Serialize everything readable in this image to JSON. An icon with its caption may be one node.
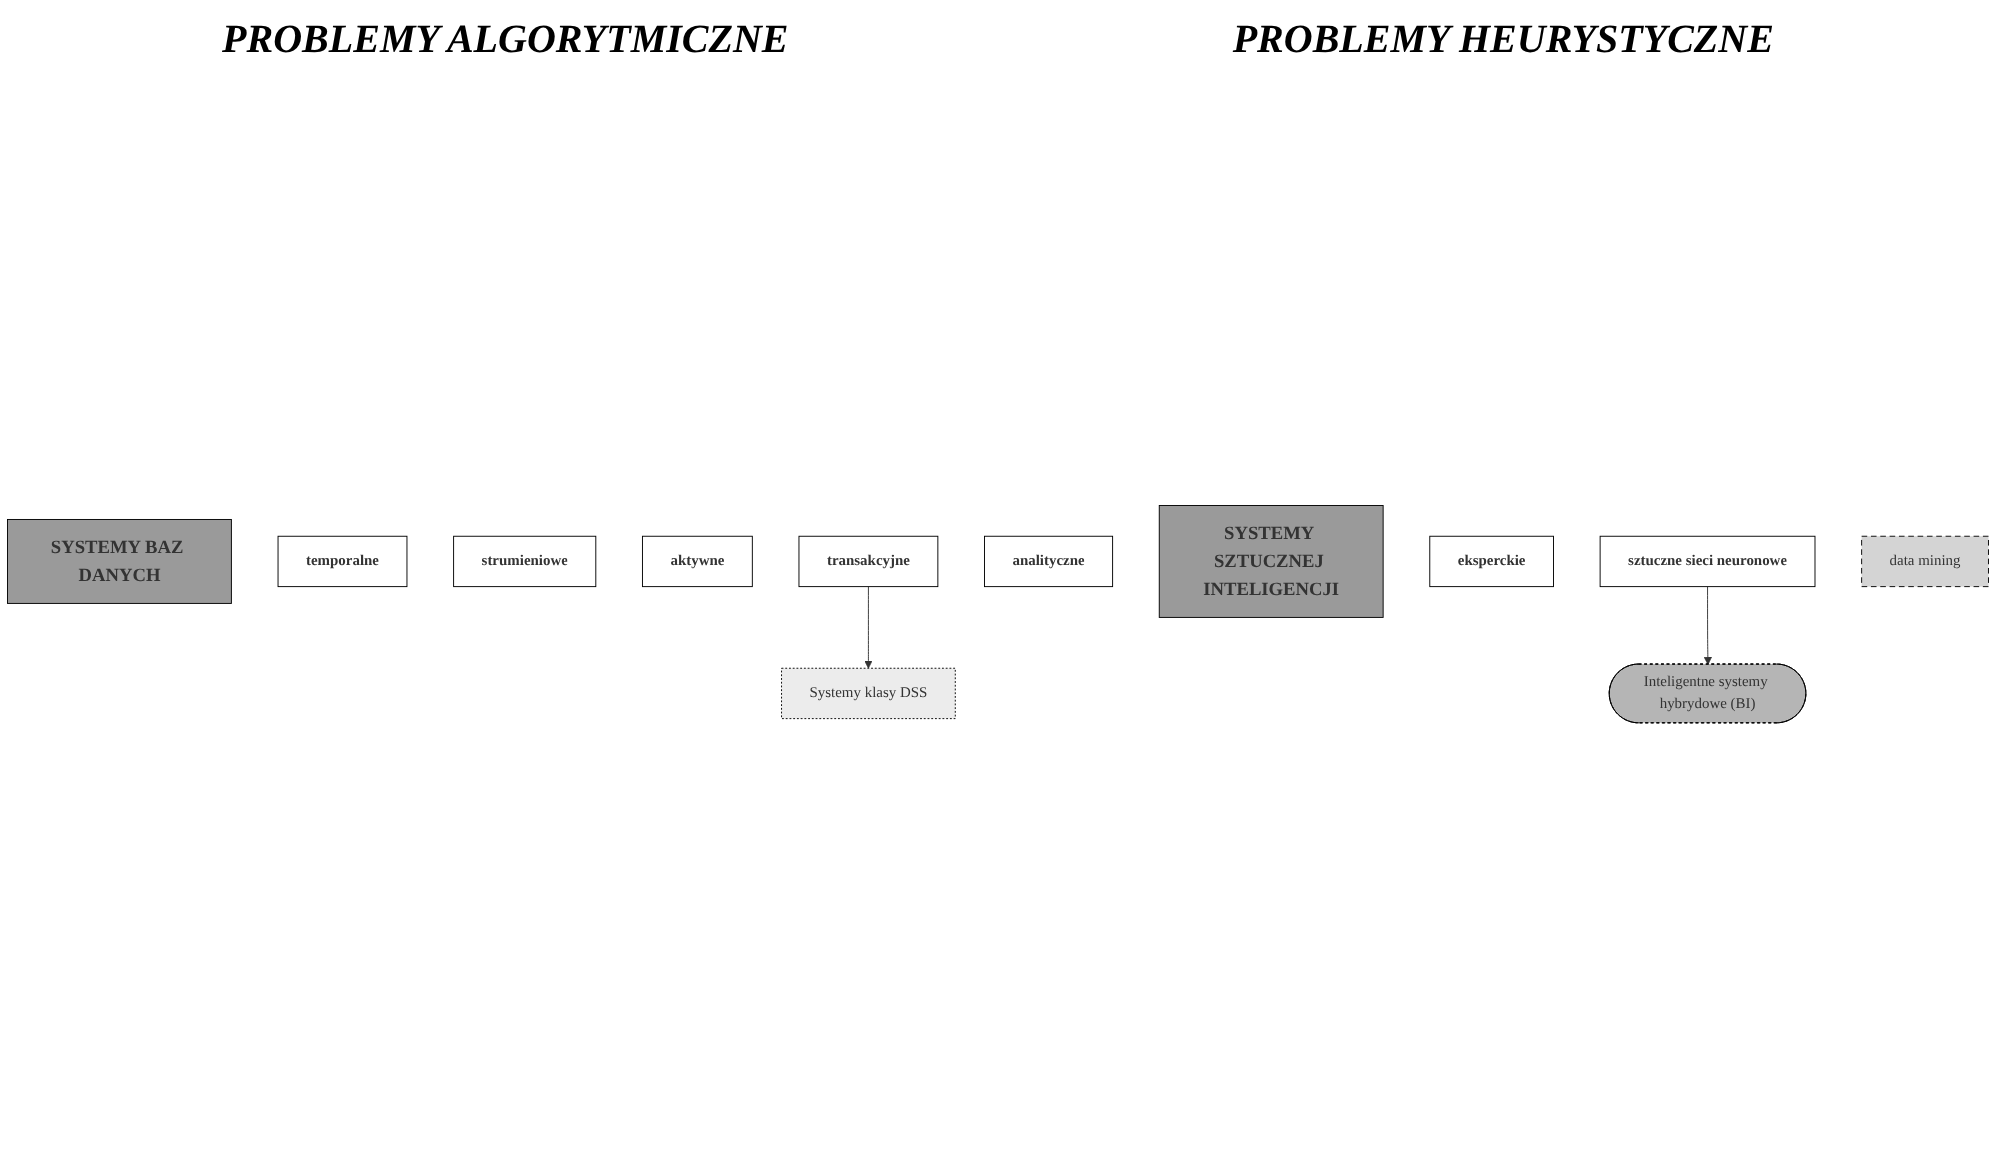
{
  "diagram": {
    "nodes": [
      {
        "text": [
          "SYSTEMY BAZ DANYCH"
        ]
      },
      {
        "text": [
          "temporalne"
        ]
      },
      {
        "text": [
          "strumieniowe"
        ]
      },
      {
        "text": [
          "aktywne"
        ]
      },
      {
        "text": [
          "transakcyjne"
        ]
      },
      {
        "text": [
          "analityczne"
        ]
      },
      {
        "text": [
          "SYSTEMY SZTUCZNEJ INTELIGENCJI"
        ]
      },
      {
        "text": [
          "eksperckie"
        ]
      },
      {
        "text": [
          "sztuczne sieci neuronowe"
        ]
      },
      {
        "text": [
          "data mining"
        ]
      },
      {
        "text": [
          "Systemy klasy DSS"
        ]
      },
      {
        "text": [
          "Inteligentne systemy hybrydowe (BI)"
        ]
      }
    ],
    "edges": [
      {
        "from": 4,
        "to": 10,
        "arrow": "to"
      },
      {
        "from": 8,
        "to": 11,
        "arrow": "to"
      }
    ],
    "labels": [
      "PROBLEMY ALGORYTMICZNE",
      "PROBLEMY HEURYSTYCZNE"
    ]
  }
}
